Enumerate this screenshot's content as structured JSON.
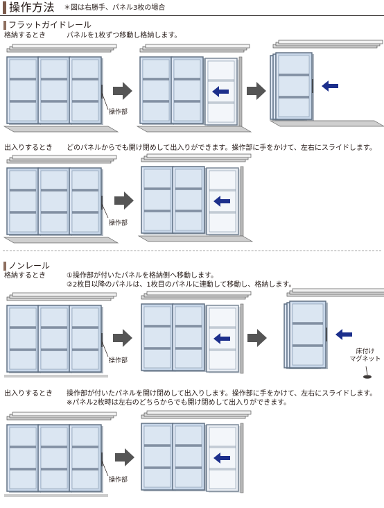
{
  "header": {
    "title": "操作方法",
    "note": "＊図は右勝手、パネル3枚の場合"
  },
  "sections": [
    {
      "title": "フラットガイドレール",
      "rows": [
        {
          "label": "格納するとき",
          "lines": [
            "パネルを1枚ずつ移動し格納します。"
          ],
          "op_label": "操作部"
        },
        {
          "label": "出入りするとき",
          "lines": [
            "どのパネルからでも開け閉めして出入りができます。操作部に手をかけて、左右にスライドします。"
          ],
          "op_label": "操作部"
        }
      ]
    },
    {
      "title": "ノンレール",
      "rows": [
        {
          "label": "格納するとき",
          "lines": [
            "①操作部が付いたパネルを格納側へ移動します。",
            "②2枚目以降のパネルは、1枚目のパネルに連動して移動し、格納します。"
          ],
          "op_label": "操作部",
          "callout": [
            "床付け",
            "マグネット"
          ]
        },
        {
          "label": "出入りするとき",
          "lines": [
            "操作部が付いたパネルを開け閉めして出入りします。操作部に手をかけて、左右にスライドします。",
            "※パネル2枚時は左右のどちらからでも開け閉めして出入りができます。"
          ],
          "op_label": "操作部"
        }
      ]
    }
  ],
  "colors": {
    "accent_bar": "#7b5a4b",
    "panel_glass": "#c7d6e8",
    "frame": "#5b6b7e",
    "arrow_blue": "#1c2f8c",
    "arrow_gray": "#555555"
  },
  "icons": [
    "right-arrow-icon",
    "left-arrow-icon"
  ]
}
